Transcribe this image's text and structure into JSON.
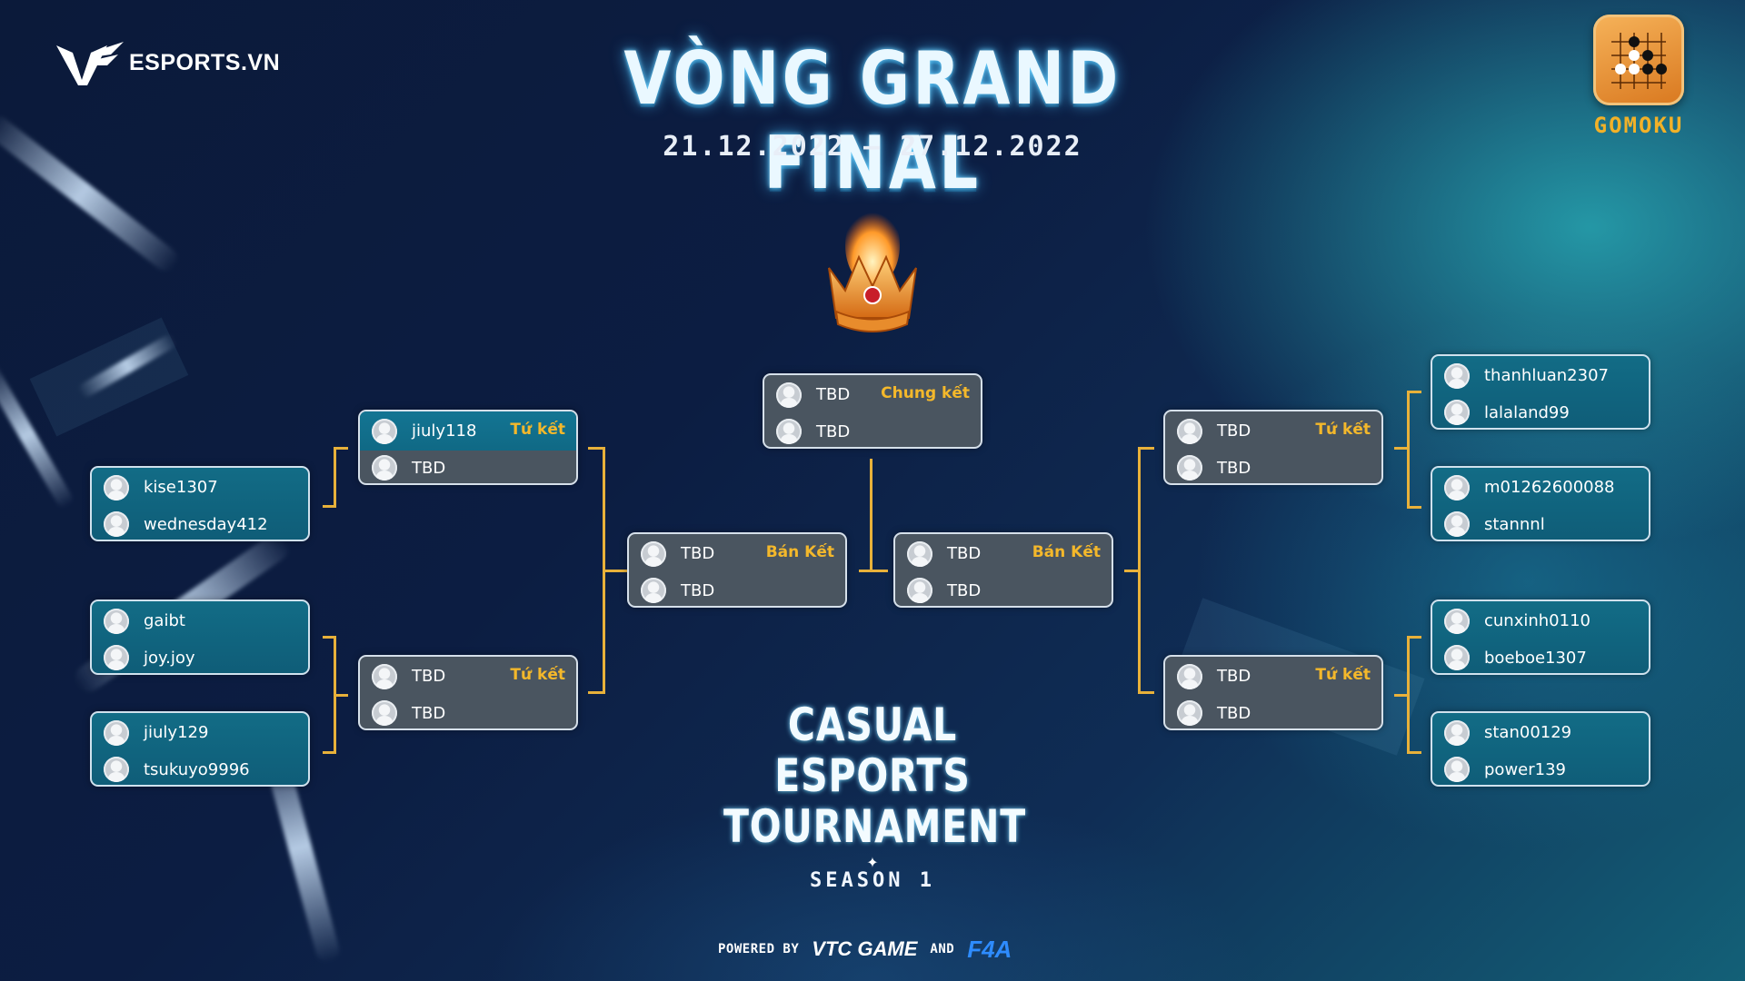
{
  "brand": {
    "logo_text": "ESPORTS.VN"
  },
  "header": {
    "title": "VÒNG GRAND FINAL",
    "date_range": "21.12.2022 – 27.12.2022"
  },
  "game": {
    "label": "GOMOKU"
  },
  "bracket": {
    "stage_labels": {
      "final": "Chung kết",
      "semi": "Bán Kết",
      "quarter": "Tứ kết"
    },
    "final": {
      "p1": "TBD",
      "p2": "TBD"
    },
    "semi_left": {
      "p1": "TBD",
      "p2": "TBD"
    },
    "semi_right": {
      "p1": "TBD",
      "p2": "TBD"
    },
    "qf_left_top": {
      "p1": "jiuly118",
      "p2": "TBD"
    },
    "qf_left_bottom": {
      "p1": "TBD",
      "p2": "TBD"
    },
    "qf_right_top": {
      "p1": "TBD",
      "p2": "TBD"
    },
    "qf_right_bottom": {
      "p1": "TBD",
      "p2": "TBD"
    },
    "r16": [
      {
        "p1": "kise1307",
        "p2": "wednesday412"
      },
      {
        "p1": "gaibt",
        "p2": "joy.joy"
      },
      {
        "p1": "jiuly129",
        "p2": "tsukuyo9996"
      },
      {
        "p1": "thanhluan2307",
        "p2": "lalaland99"
      },
      {
        "p1": "m01262600088",
        "p2": "stannnl"
      },
      {
        "p1": "cunxinh0110",
        "p2": "boeboe1307"
      },
      {
        "p1": "stan00129",
        "p2": "power139"
      }
    ]
  },
  "event": {
    "line1": "CASUAL ESPORTS",
    "line2": "TOURNAMENT",
    "season": "SEASON 1"
  },
  "footer": {
    "powered_by": "POWERED BY",
    "sponsor1": "VTC GAME",
    "and": "AND",
    "sponsor2": "F4A"
  }
}
